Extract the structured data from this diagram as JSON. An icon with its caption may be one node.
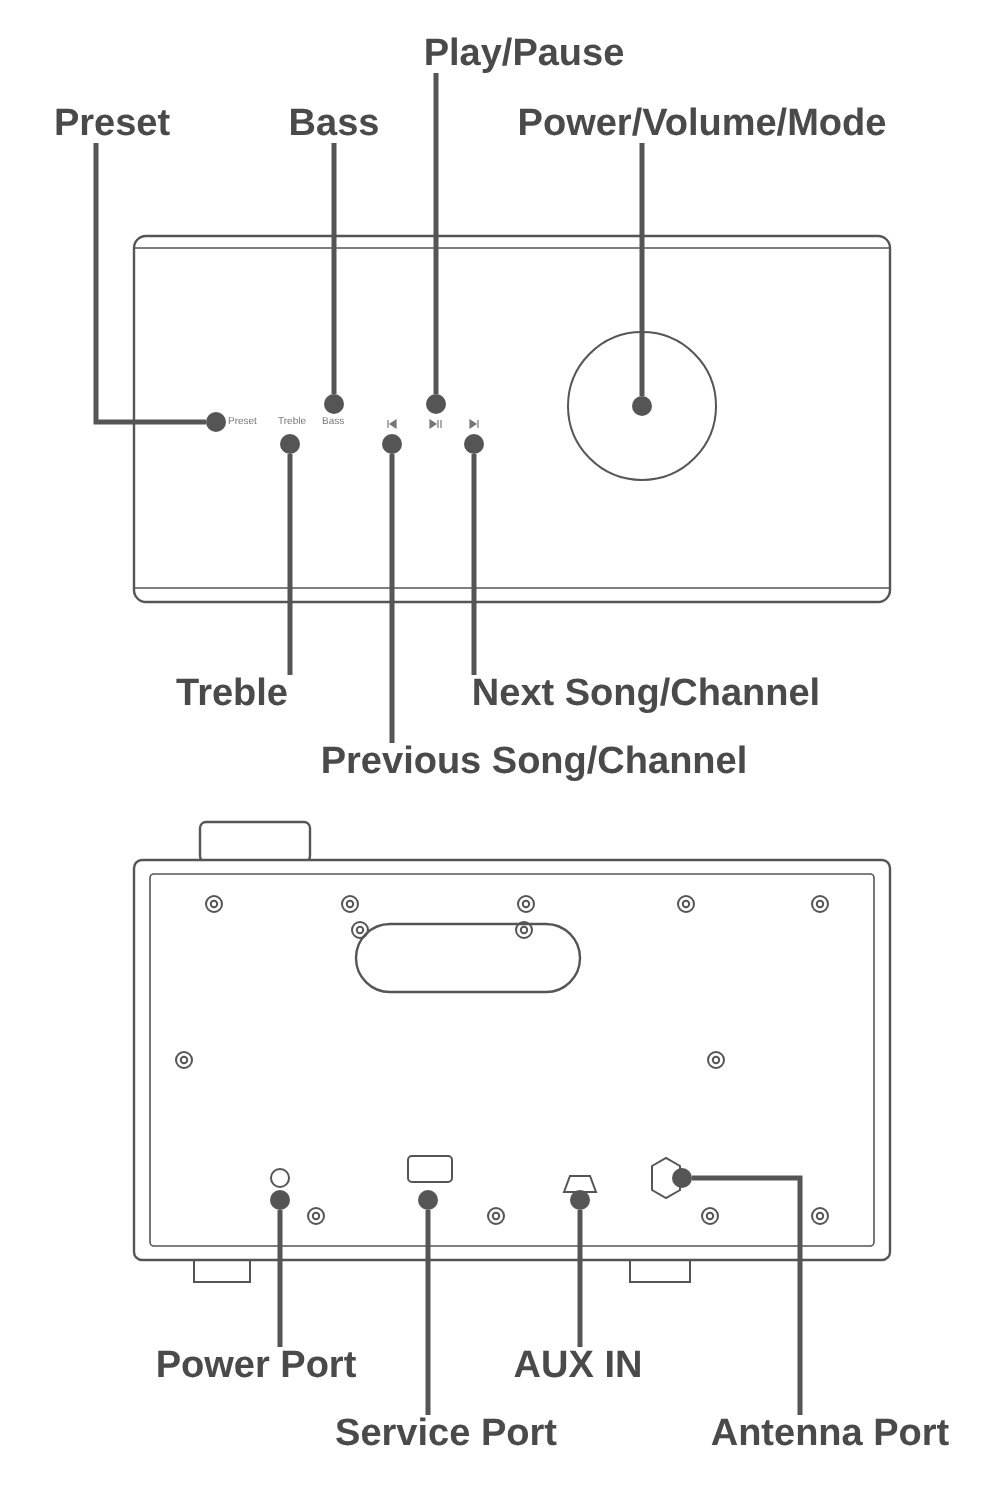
{
  "diagram": {
    "nodes": [
      {
        "text": [
          "Preset"
        ]
      },
      {
        "text": [],
        "shape": "circle"
      },
      {
        "text": [
          "Bass"
        ]
      },
      {
        "text": [],
        "shape": "circle"
      },
      {
        "text": [
          "Play/Pause"
        ]
      },
      {
        "text": [],
        "shape": "circle"
      },
      {
        "text": [
          "Power/Volume/Mode"
        ]
      },
      {
        "text": [],
        "shape": "circle"
      },
      {
        "text": [
          "Treble"
        ]
      },
      {
        "text": [],
        "shape": "circle"
      },
      {
        "text": [
          "Previous Song/Channel"
        ]
      },
      {
        "text": [],
        "shape": "circle"
      },
      {
        "text": [
          "Next Song/Channel"
        ]
      },
      {
        "text": [],
        "shape": "circle"
      },
      {
        "text": [
          "Power Port"
        ]
      },
      {
        "text": [],
        "shape": "circle"
      },
      {
        "text": [
          "Service Port"
        ]
      },
      {
        "text": [],
        "shape": "circle"
      },
      {
        "text": [
          "AUX IN"
        ]
      },
      {
        "text": [],
        "shape": "circle"
      },
      {
        "text": [
          "Antenna Port"
        ]
      },
      {
        "text": [],
        "shape": "circle"
      }
    ],
    "edges": [
      {
        "from": 0,
        "to": 1,
        "arrow": "none"
      },
      {
        "from": 2,
        "to": 3,
        "arrow": "none"
      },
      {
        "from": 4,
        "to": 5,
        "arrow": "none"
      },
      {
        "from": 6,
        "to": 7,
        "arrow": "none"
      },
      {
        "from": 8,
        "to": 9,
        "arrow": "none"
      },
      {
        "from": 10,
        "to": 11,
        "arrow": "none"
      },
      {
        "from": 12,
        "to": 13,
        "arrow": "none"
      },
      {
        "from": 14,
        "to": 15,
        "arrow": "none"
      },
      {
        "from": 16,
        "to": 17,
        "arrow": "none"
      },
      {
        "from": 18,
        "to": 19,
        "arrow": "none"
      },
      {
        "from": 20,
        "to": 21,
        "arrow": "none"
      }
    ],
    "labels": [
      "Preset",
      "Treble",
      "Bass"
    ]
  }
}
